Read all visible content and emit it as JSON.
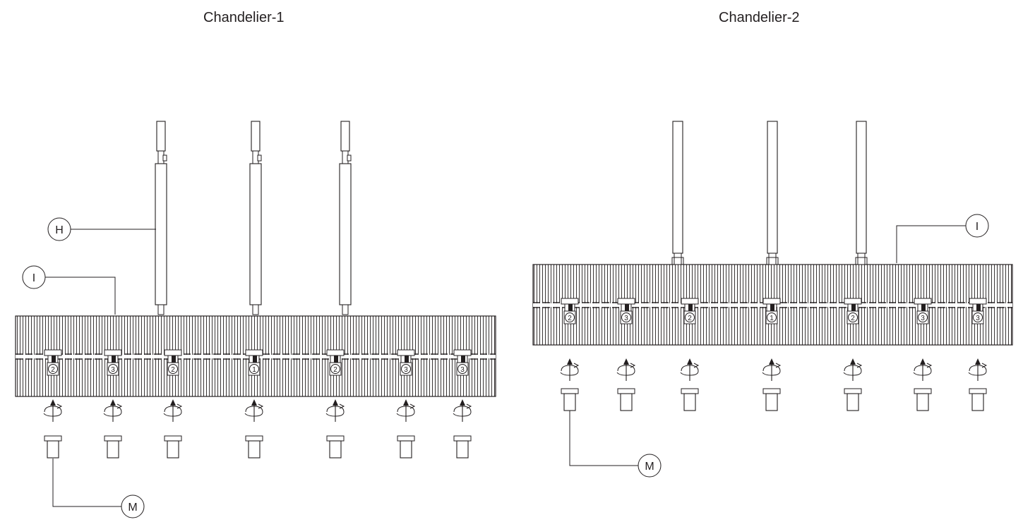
{
  "panels": [
    {
      "title": "Chandelier-1",
      "callouts": [
        "H",
        "I",
        "M"
      ],
      "spindle_numbers": [
        "2",
        "3",
        "2",
        "1",
        "2",
        "3",
        "3"
      ]
    },
    {
      "title": "Chandelier-2",
      "callouts": [
        "I",
        "M"
      ],
      "spindle_numbers": [
        "2",
        "3",
        "2",
        "1",
        "2",
        "3",
        "3"
      ]
    }
  ],
  "colors": {
    "line": "#231f20",
    "background": "#ffffff"
  }
}
